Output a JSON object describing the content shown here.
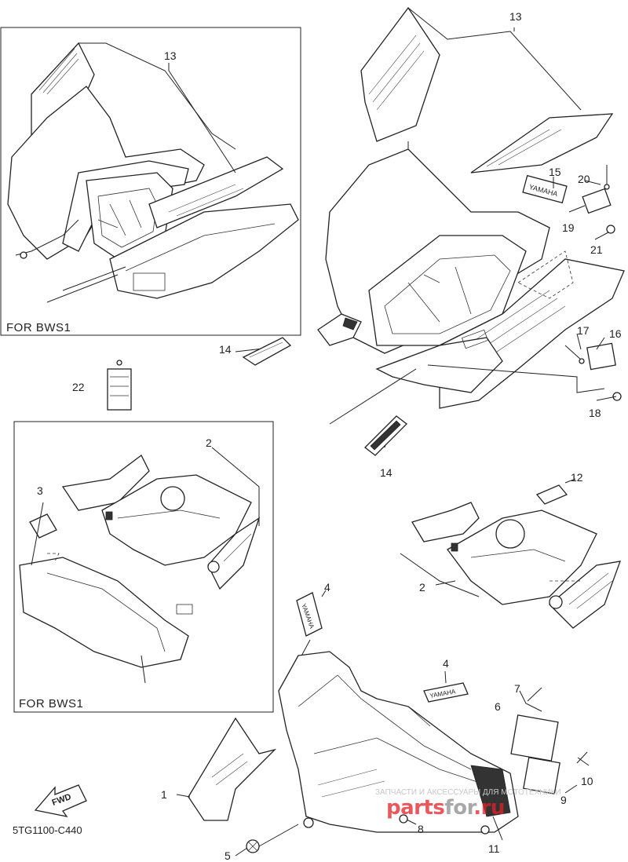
{
  "diagram_code": "5TG1100-C440",
  "fwd_label": "FWD",
  "inset_boxes": [
    {
      "label": "FOR BWS1"
    },
    {
      "label": "FOR BWS1"
    }
  ],
  "callouts": [
    {
      "id": "c13a",
      "text": "13"
    },
    {
      "id": "c13b",
      "text": "13"
    },
    {
      "id": "c15",
      "text": "15"
    },
    {
      "id": "c20",
      "text": "20"
    },
    {
      "id": "c19",
      "text": "19"
    },
    {
      "id": "c21",
      "text": "21"
    },
    {
      "id": "c14a",
      "text": "14"
    },
    {
      "id": "c17",
      "text": "17"
    },
    {
      "id": "c16",
      "text": "16"
    },
    {
      "id": "c18",
      "text": "18"
    },
    {
      "id": "c22",
      "text": "22"
    },
    {
      "id": "c14b",
      "text": "14"
    },
    {
      "id": "c2a",
      "text": "2"
    },
    {
      "id": "c3",
      "text": "3"
    },
    {
      "id": "c12",
      "text": "12"
    },
    {
      "id": "c2b",
      "text": "2"
    },
    {
      "id": "c4a",
      "text": "4"
    },
    {
      "id": "c4b",
      "text": "4"
    },
    {
      "id": "c7",
      "text": "7"
    },
    {
      "id": "c6",
      "text": "6"
    },
    {
      "id": "c1",
      "text": "1"
    },
    {
      "id": "c10",
      "text": "10"
    },
    {
      "id": "c9",
      "text": "9"
    },
    {
      "id": "c8",
      "text": "8"
    },
    {
      "id": "c11",
      "text": "11"
    },
    {
      "id": "c5",
      "text": "5"
    }
  ],
  "decal_text": "YAMAHA",
  "watermark": {
    "top_text": "ЗАПЧАСТИ И АКСЕССУАРЫ ДЛЯ МОТОТЕХНИКИ",
    "brand_a": "parts",
    "brand_b": "for",
    "brand_c": ".ru"
  }
}
